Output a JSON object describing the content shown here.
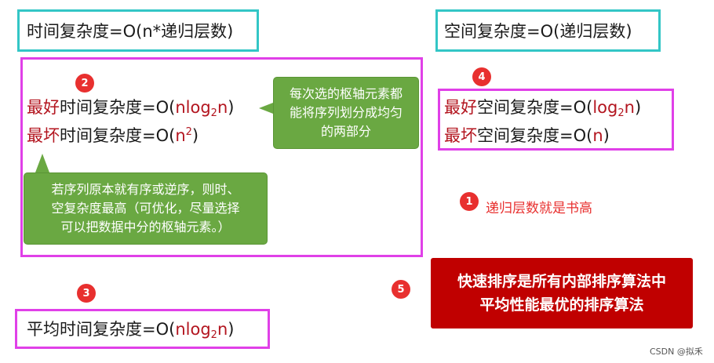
{
  "time_total": {
    "prefix": "时间复杂度=O(n*递归层数)"
  },
  "space_total": {
    "prefix": "空间复杂度=O(递归层数)"
  },
  "time_best": {
    "tag": "最好",
    "text": "时间复杂度=O(",
    "arg": "nlog",
    "sub": "2",
    "arg2": "n",
    "close": ")"
  },
  "time_worst": {
    "tag": "最坏",
    "text": "时间复杂度=O(",
    "arg": "n",
    "sup": "2",
    "close": ")"
  },
  "space_best": {
    "tag": "最好",
    "text": "空间复杂度=O(",
    "arg": "log",
    "sub": "2",
    "arg2": "n",
    "close": ")"
  },
  "space_worst": {
    "tag": "最坏",
    "text": "空间复杂度=O(",
    "arg": "n",
    "close": ")"
  },
  "time_avg": {
    "text": "平均时间复杂度=O(",
    "arg": "nlog",
    "sub": "2",
    "arg2": "n",
    "close": ")"
  },
  "badges": [
    "1",
    "2",
    "3",
    "4",
    "5"
  ],
  "callout_pivot": "每次选的枢轴元素都\n能将序列划分成均匀\n的两部分",
  "callout_worst": "若序列原本就有序或逆序，则时、\n空复杂度最高（可优化，尽量选择\n可以把数据中分的枢轴元素。）",
  "note_depth": "递归层数就是书高",
  "banner": "快速排序是所有内部排序算法中\n平均性能最优的排序算法",
  "watermark": "CSDN @拟禾",
  "colors": {
    "cyan": "#33c6c6",
    "magenta": "#e040e8",
    "green": "#6aa842",
    "red": "#c00000",
    "badge": "#e8302f"
  }
}
